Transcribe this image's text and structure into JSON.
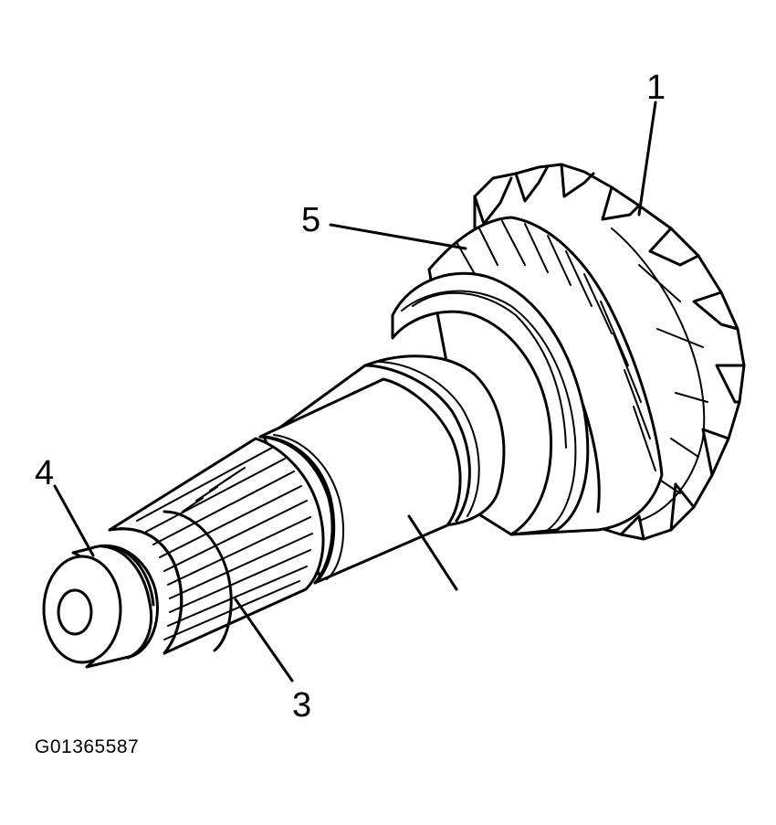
{
  "figure_id": "G01365587",
  "callouts": [
    {
      "id": "1",
      "label": "1"
    },
    {
      "id": "3",
      "label": "3"
    },
    {
      "id": "4",
      "label": "4"
    },
    {
      "id": "5",
      "label": "5"
    }
  ]
}
